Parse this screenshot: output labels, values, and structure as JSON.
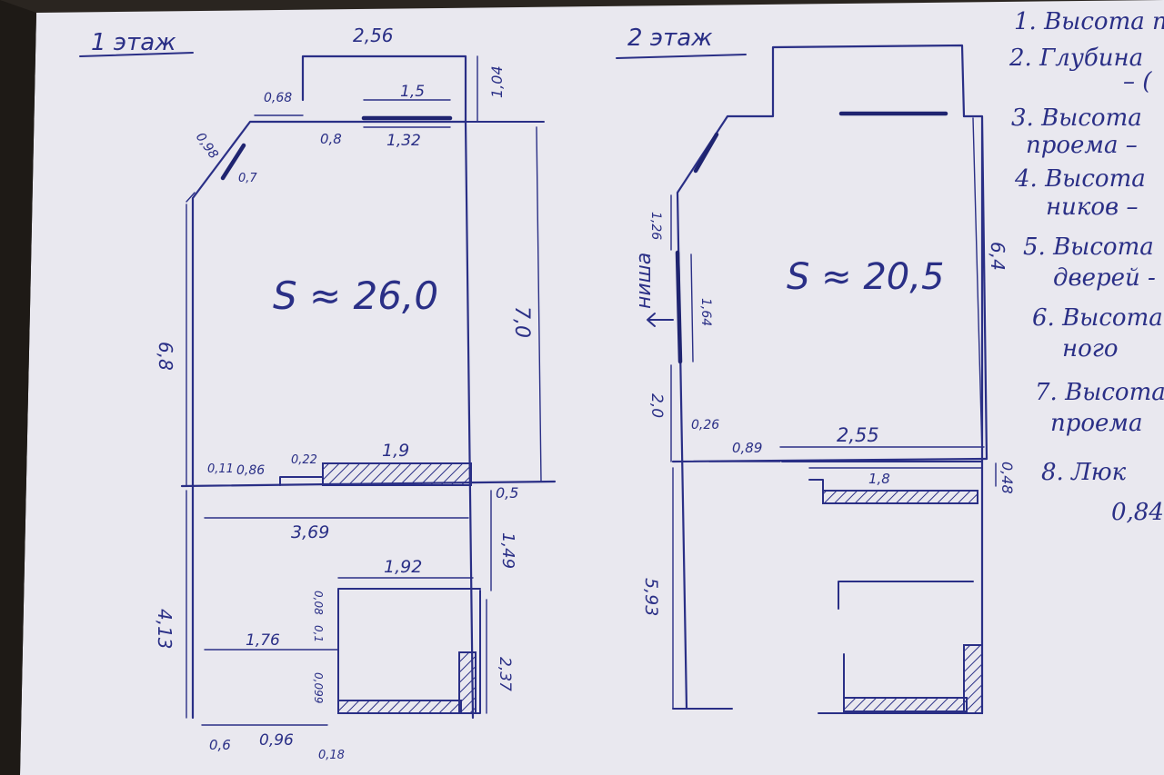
{
  "floor1": {
    "title": "1 этаж",
    "area": "S ≈ 26,0",
    "dims": {
      "top_width": "2,56",
      "top_depth": "1,04",
      "window_top": "1,5",
      "window_bottom": "1,32",
      "left_top_segment": "0,68",
      "top_gap": "0,8",
      "diag_length": "0,98",
      "diag_window": "0,7",
      "left_height": "6,8",
      "right_height": "7,0",
      "stair_width": "1,9",
      "left_small": "0,11",
      "stair_offset": "0,86",
      "step": "0,22",
      "right_offset": "0,5",
      "mid_width": "3,69",
      "right_mid": "1,49",
      "lower_left_height": "4,13",
      "room_width": "1,92",
      "room_top": "0,08",
      "room_mid": "0,1",
      "room_gap": "1,76",
      "room_left": "0,099",
      "room_right": "2,37",
      "bottom_left": "0,6",
      "bottom_mid": "0,96",
      "bottom_small": "0,18"
    }
  },
  "floor2": {
    "title": "2 этаж",
    "area": "S ≈ 20,5",
    "niche": "ниша",
    "dims": {
      "left_top": "1,26",
      "niche_height": "1,64",
      "left_mid": "2,0",
      "small": "0,26",
      "offset": "0,89",
      "stair_width": "2,55",
      "stair_inner": "1,8",
      "right_height": "6,4",
      "right_small": "0,48",
      "lower_left": "5,93"
    }
  },
  "notes": [
    "1. Высота п",
    "2. Глубина",
    "– (",
    "3. Высота",
    "проема –",
    "4. Высота",
    "ников –",
    "5. Высота",
    "дверей -",
    "6. Высота",
    "ного",
    "7. Высота",
    "проема",
    "8. Люк",
    "0,84"
  ]
}
